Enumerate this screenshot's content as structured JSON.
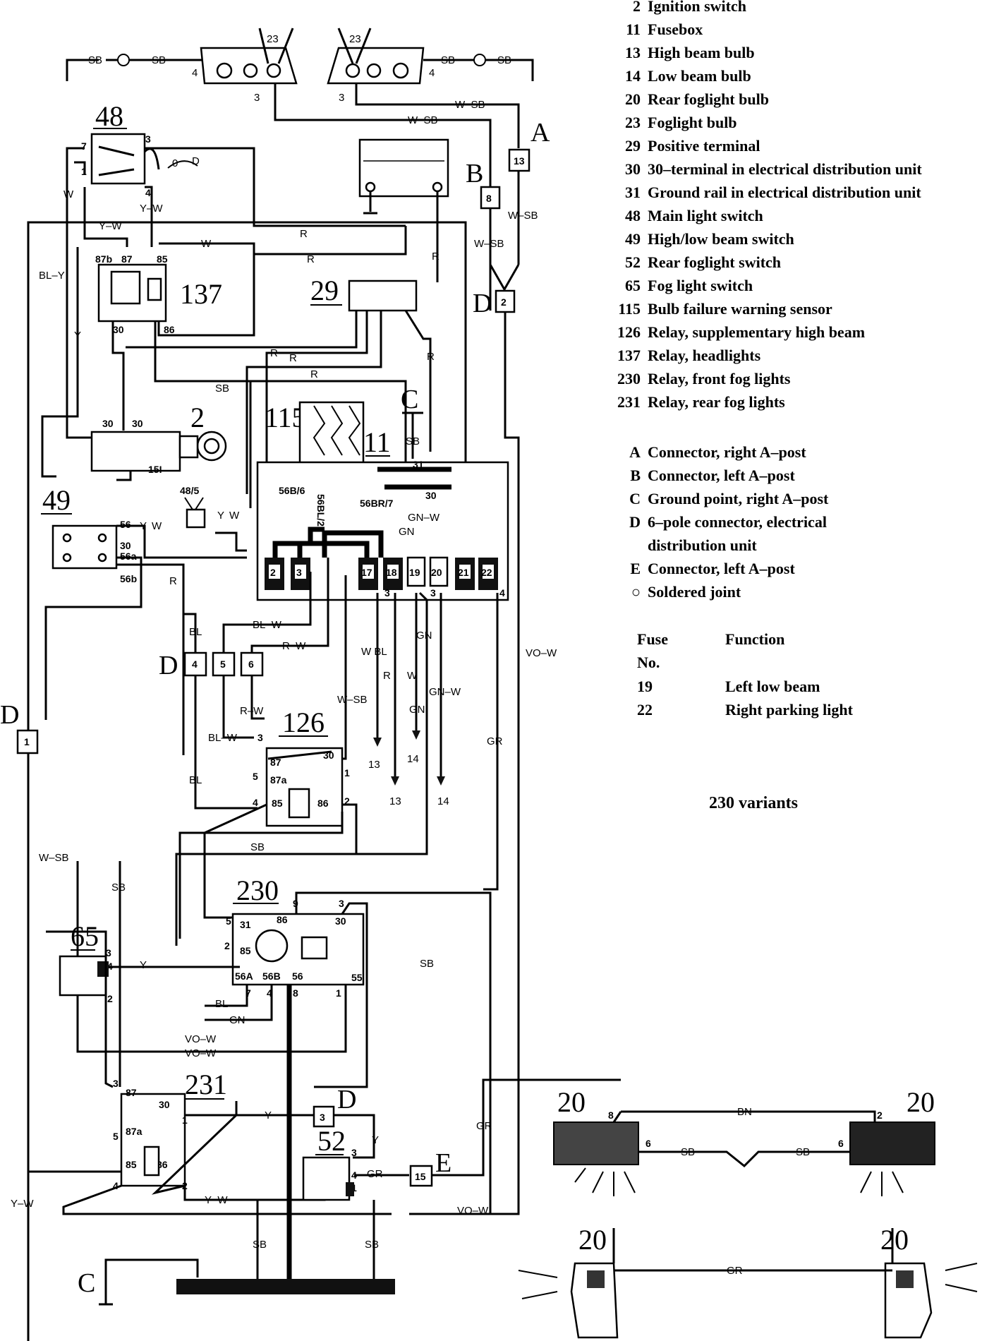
{
  "legend_components": [
    {
      "num": "2",
      "label": "Ignition switch"
    },
    {
      "num": "11",
      "label": "Fusebox"
    },
    {
      "num": "13",
      "label": "High beam bulb"
    },
    {
      "num": "14",
      "label": "Low beam bulb"
    },
    {
      "num": "20",
      "label": "Rear foglight bulb"
    },
    {
      "num": "23",
      "label": "Foglight bulb"
    },
    {
      "num": "29",
      "label": "Positive terminal"
    },
    {
      "num": "30",
      "label": "30–terminal in electrical distribution unit"
    },
    {
      "num": "31",
      "label": "Ground rail in electrical distribution unit"
    },
    {
      "num": "48",
      "label": "Main light switch"
    },
    {
      "num": "49",
      "label": "High/low beam switch"
    },
    {
      "num": "52",
      "label": "Rear foglight switch"
    },
    {
      "num": "65",
      "label": "Fog light switch"
    },
    {
      "num": "115",
      "label": "Bulb failure warning sensor"
    },
    {
      "num": "126",
      "label": "Relay, supplementary high beam"
    },
    {
      "num": "137",
      "label": "Relay, headlights"
    },
    {
      "num": "230",
      "label": "Relay, front fog lights"
    },
    {
      "num": "231",
      "label": "Relay, rear fog lights"
    }
  ],
  "legend_connectors": [
    {
      "letter": "A",
      "label": "Connector, right A–post"
    },
    {
      "letter": "B",
      "label": "Connector, left A–post"
    },
    {
      "letter": "C",
      "label": "Ground point, right A–post"
    },
    {
      "letter": "D",
      "label": "6–pole connector, electrical"
    },
    {
      "letter": "",
      "label": "distribution unit"
    },
    {
      "letter": "E",
      "label": "Connector, left A–post"
    },
    {
      "letter": "○",
      "label": "Soldered joint"
    }
  ],
  "fuse_table": {
    "col1_header": "Fuse",
    "col1_header2": "No.",
    "col2_header": "Function",
    "rows": [
      {
        "fuse": "19",
        "function": "Left low beam"
      },
      {
        "fuse": "22",
        "function": "Right parking light"
      }
    ]
  },
  "variant_note": "230 variants",
  "components": {
    "c48": "48",
    "c137": "137",
    "c29": "29",
    "c2": "2",
    "c115": "115",
    "c11": "11",
    "c49": "49",
    "c48_5": "48/5",
    "c126": "126",
    "c230": "230",
    "c65": "65",
    "c231": "231",
    "c52": "52",
    "c20": "20",
    "c23": "23"
  },
  "connectors": {
    "A": "A",
    "B": "B",
    "C": "C",
    "D": "D",
    "E": "E",
    "pin13": "13",
    "pin8": "8",
    "pin2": "2",
    "pin1": "1",
    "pin3": "3",
    "pin15": "15",
    "d4": "4",
    "d5": "5",
    "d6": "6"
  },
  "wire_colors": {
    "SB": "SB",
    "W_SB": "W–SB",
    "R": "R",
    "W": "W",
    "Y_W": "Y–W",
    "BL_Y": "BL–Y",
    "Y": "Y",
    "BL": "BL",
    "BL_W": "BL–W",
    "R_W": "R–W",
    "GN": "GN",
    "GN_W": "GN–W",
    "VO_W": "VO–W",
    "GR": "GR",
    "BN": "BN",
    "W_BL": "W  BL"
  },
  "fusebox": {
    "fuses": [
      "2",
      "3",
      "17",
      "18",
      "19",
      "20",
      "21",
      "22"
    ],
    "f56B6": "56B/6",
    "f56BL2": "56BL/2",
    "f56BR7": "56BR/7",
    "f30": "30",
    "f31": "31"
  },
  "bulb_refs": {
    "r13": "13",
    "r14": "14"
  }
}
